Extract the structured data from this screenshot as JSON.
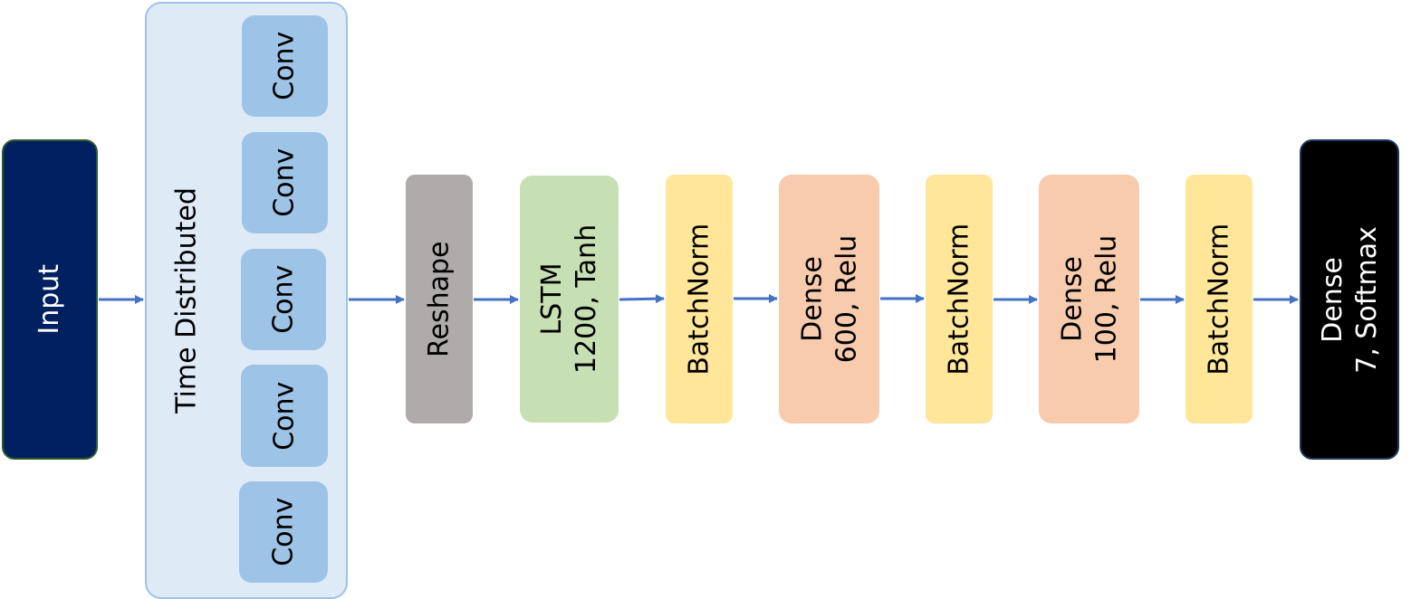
{
  "colors": {
    "input": "#012060",
    "time_distributed_bg": "#dfeaf7",
    "conv": "#9dc3e6",
    "reshape": "#afabab",
    "lstm": "#c6e0b4",
    "batchnorm": "#ffe699",
    "dense": "#f8cbad",
    "output": "#000000",
    "arrow": "#4472c4"
  },
  "input": {
    "label": "Input"
  },
  "time_distributed": {
    "label": "Time Distributed",
    "convs": [
      "Conv",
      "Conv",
      "Conv",
      "Conv",
      "Conv"
    ]
  },
  "reshape": {
    "label": "Reshape"
  },
  "lstm": {
    "line1": "LSTM",
    "line2": "1200, Tanh"
  },
  "batchnorm_1": {
    "label": "BatchNorm"
  },
  "dense_1": {
    "line1": "Dense",
    "line2": "600, Relu"
  },
  "batchnorm_2": {
    "label": "BatchNorm"
  },
  "dense_2": {
    "line1": "Dense",
    "line2": "100, Relu"
  },
  "batchnorm_3": {
    "label": "BatchNorm"
  },
  "output": {
    "line1": "Dense",
    "line2": "7, Softmax"
  }
}
